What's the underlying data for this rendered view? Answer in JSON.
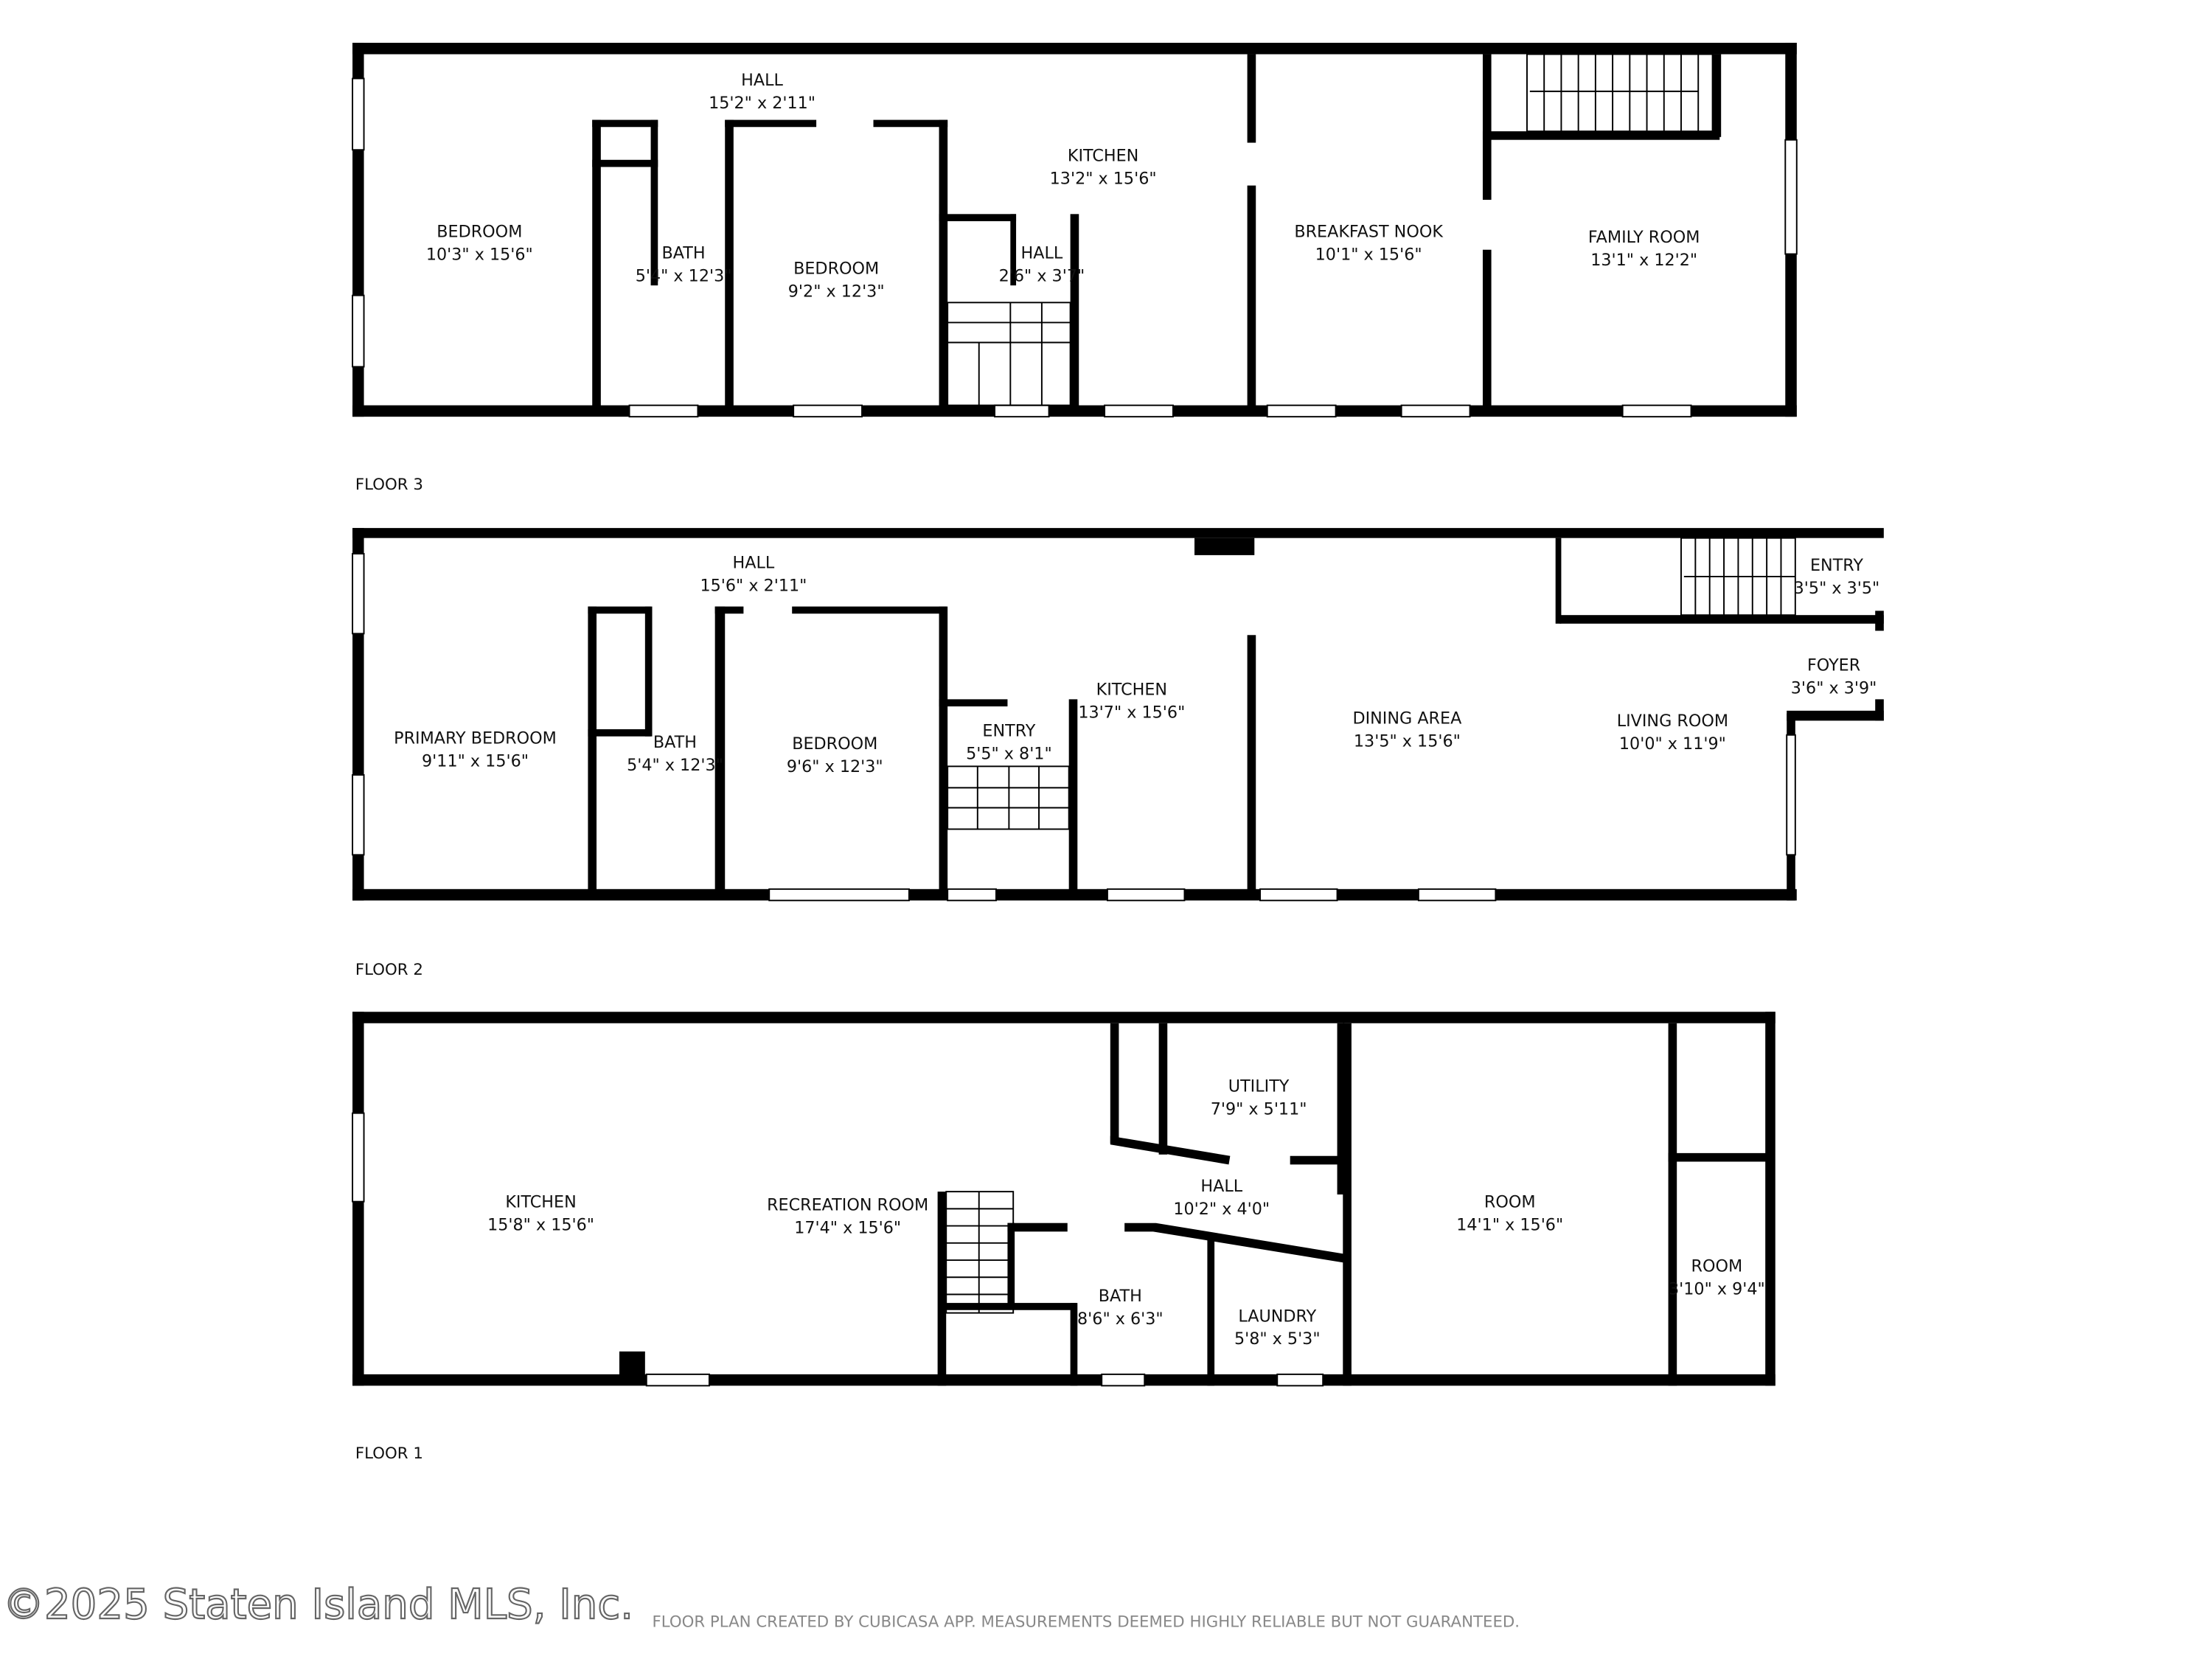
{
  "floors": [
    {
      "label": "FLOOR 3",
      "rooms": [
        {
          "name": "BEDROOM",
          "dims": "10'3\" x 15'6\""
        },
        {
          "name": "HALL",
          "dims": "15'2\" x 2'11\""
        },
        {
          "name": "BATH",
          "dims": "5'4\" x 12'3\""
        },
        {
          "name": "BEDROOM",
          "dims": "9'2\" x 12'3\""
        },
        {
          "name": "HALL",
          "dims": "2'6\" x 3'7\""
        },
        {
          "name": "KITCHEN",
          "dims": "13'2\" x 15'6\""
        },
        {
          "name": "BREAKFAST NOOK",
          "dims": "10'1\" x 15'6\""
        },
        {
          "name": "FAMILY ROOM",
          "dims": "13'1\" x 12'2\""
        }
      ]
    },
    {
      "label": "FLOOR 2",
      "rooms": [
        {
          "name": "PRIMARY BEDROOM",
          "dims": "9'11\" x 15'6\""
        },
        {
          "name": "HALL",
          "dims": "15'6\" x 2'11\""
        },
        {
          "name": "BATH",
          "dims": "5'4\" x 12'3\""
        },
        {
          "name": "BEDROOM",
          "dims": "9'6\" x 12'3\""
        },
        {
          "name": "ENTRY",
          "dims": "5'5\" x 8'1\""
        },
        {
          "name": "KITCHEN",
          "dims": "13'7\" x 15'6\""
        },
        {
          "name": "DINING AREA",
          "dims": "13'5\" x 15'6\""
        },
        {
          "name": "LIVING ROOM",
          "dims": "10'0\" x 11'9\""
        },
        {
          "name": "ENTRY",
          "dims": "3'5\" x 3'5\""
        },
        {
          "name": "FOYER",
          "dims": "3'6\" x 3'9\""
        }
      ]
    },
    {
      "label": "FLOOR 1",
      "rooms": [
        {
          "name": "KITCHEN",
          "dims": "15'8\" x 15'6\""
        },
        {
          "name": "RECREATION ROOM",
          "dims": "17'4\" x 15'6\""
        },
        {
          "name": "UTILITY",
          "dims": "7'9\" x 5'11\""
        },
        {
          "name": "HALL",
          "dims": "10'2\" x 4'0\""
        },
        {
          "name": "BATH",
          "dims": "8'6\" x 6'3\""
        },
        {
          "name": "LAUNDRY",
          "dims": "5'8\" x 5'3\""
        },
        {
          "name": "ROOM",
          "dims": "14'1\" x 15'6\""
        },
        {
          "name": "ROOM",
          "dims": "3'10\" x 9'4\""
        }
      ]
    }
  ],
  "watermark": "©2025 Staten Island MLS, Inc.",
  "disclaimer": "FLOOR PLAN CREATED BY CUBICASA APP. MEASUREMENTS DEEMED HIGHLY RELIABLE BUT NOT GUARANTEED.",
  "colors": {
    "walls": "#000000",
    "background": "#ffffff",
    "watermark": "#666666",
    "disclaimer": "#888888"
  }
}
